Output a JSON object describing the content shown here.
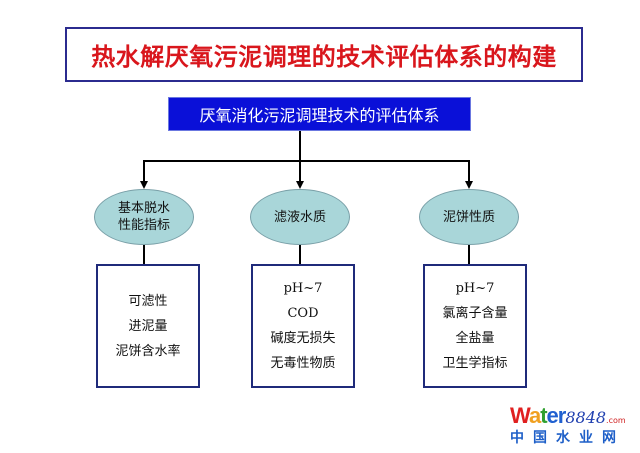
{
  "title": "热水解厌氧污泥调理的技术评估体系的构建",
  "root": "厌氧消化污泥调理技术的评估体系",
  "categories": [
    {
      "label_lines": [
        "基本脱水",
        "性能指标"
      ],
      "items": [
        "可滤性",
        "进泥量",
        "泥饼含水率"
      ]
    },
    {
      "label_lines": [
        "滤液水质"
      ],
      "items": [
        "pH~7",
        "COD",
        "碱度无损失",
        "无毒性物质"
      ]
    },
    {
      "label_lines": [
        "泥饼性质"
      ],
      "items": [
        "pH~7",
        "氯离子含量",
        "全盐量",
        "卫生学指标"
      ]
    }
  ],
  "watermark": {
    "brand": "Water8848",
    "suffix": ".com",
    "subtitle": "中国水业网"
  },
  "colors": {
    "title_text": "#d9161c",
    "root_fill": "#0a10d8",
    "ellipse_fill": "#a9d6d9",
    "box_border": "#1f2a7a"
  }
}
